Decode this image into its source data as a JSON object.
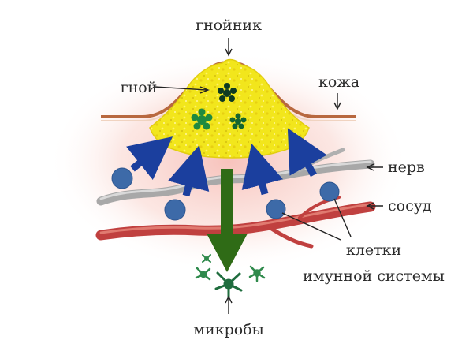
{
  "diagram": {
    "labels": {
      "abscess": "гнойник",
      "pus": "гной",
      "skin": "кожа",
      "nerve": "нерв",
      "vessel": "сосуд",
      "immune_line1": "клетки",
      "immune_line2": "имунной системы",
      "microbes": "микробы"
    }
  },
  "colors": {
    "pus": "#f2e61c",
    "skin": "#b8683f",
    "nerve": "#b9b9b9",
    "vessel": "#c0403f",
    "immune_cell": "#3d6aa8",
    "arrow_blue": "#1b3f9e",
    "arrow_green": "#2f6b16",
    "microbe": "#1f6d3e",
    "inflammation": "#f6b8b0"
  },
  "icons": [
    "microbe-icon",
    "immune-cell-icon"
  ]
}
